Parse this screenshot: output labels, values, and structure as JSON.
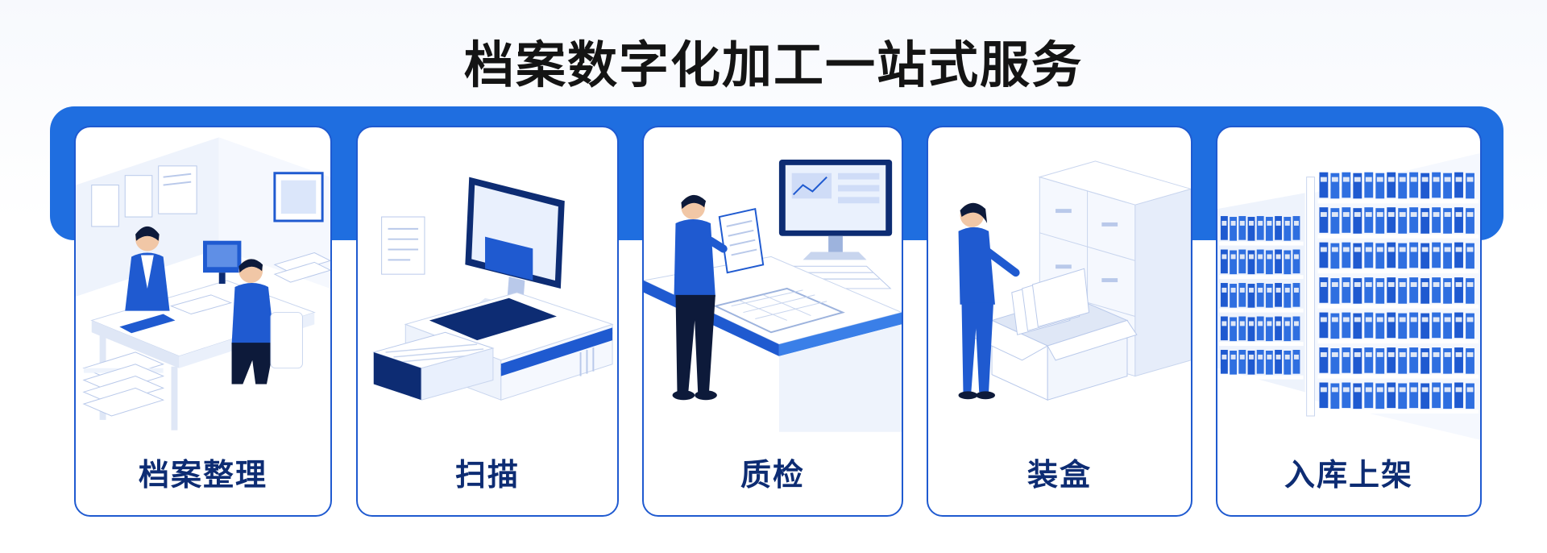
{
  "page": {
    "title": "档案数字化加工一站式服务"
  },
  "colors": {
    "band": "#1f6ee0",
    "card_border": "#1f5ad0",
    "label": "#0d2c73",
    "title": "#141414"
  },
  "steps": [
    {
      "label": "档案整理",
      "icon": "archive-sorting-illustration"
    },
    {
      "label": "扫描",
      "icon": "scanning-illustration"
    },
    {
      "label": "质检",
      "icon": "quality-check-illustration"
    },
    {
      "label": "装盒",
      "icon": "boxing-illustration"
    },
    {
      "label": "入库上架",
      "icon": "shelving-illustration"
    }
  ]
}
